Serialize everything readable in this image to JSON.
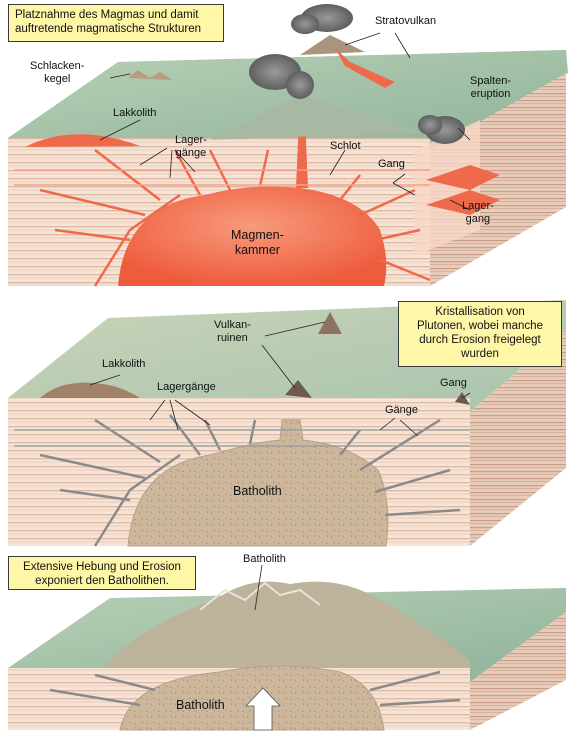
{
  "panels": [
    {
      "caption": "Platznahme des Magmas und damit\nauftretende magmatische Strukturen",
      "labels": {
        "stratovulkan": "Stratovulkan",
        "schlackenkegel": "Schlacken-\nkegel",
        "spalteneruption": "Spalten-\neruption",
        "lakkolith": "Lakkolith",
        "lagergaenge": "Lager-\ngänge",
        "schlot": "Schlot",
        "gang": "Gang",
        "lagergang": "Lager-\ngang",
        "magmenkammer": "Magmen-\nkammer"
      }
    },
    {
      "caption": "Kristallisation von\nPlutonen, wobei manche\ndurch Erosion freigelegt\nwurden",
      "labels": {
        "vulkanruinen": "Vulkan-\nruinen",
        "lakkolith": "Lakkolith",
        "lagergaenge": "Lagergänge",
        "gang": "Gang",
        "gaenge": "Gänge",
        "batholith": "Batholith"
      }
    },
    {
      "caption": "Extensive Hebung und Erosion\nexponiert den Batholithen.",
      "labels": {
        "batholith_top": "Batholith",
        "batholith_block": "Batholith"
      }
    }
  ],
  "colors": {
    "terrain": "#9fbfa6",
    "strata_light": "#f3dccd",
    "strata_dark": "#d9b4a3",
    "magma": "#f0684a",
    "magma_light": "#f7a58a",
    "pluton": "#cdb79c",
    "caption_bg": "#fff7a8",
    "dike_grey": "#8a8a8a"
  }
}
